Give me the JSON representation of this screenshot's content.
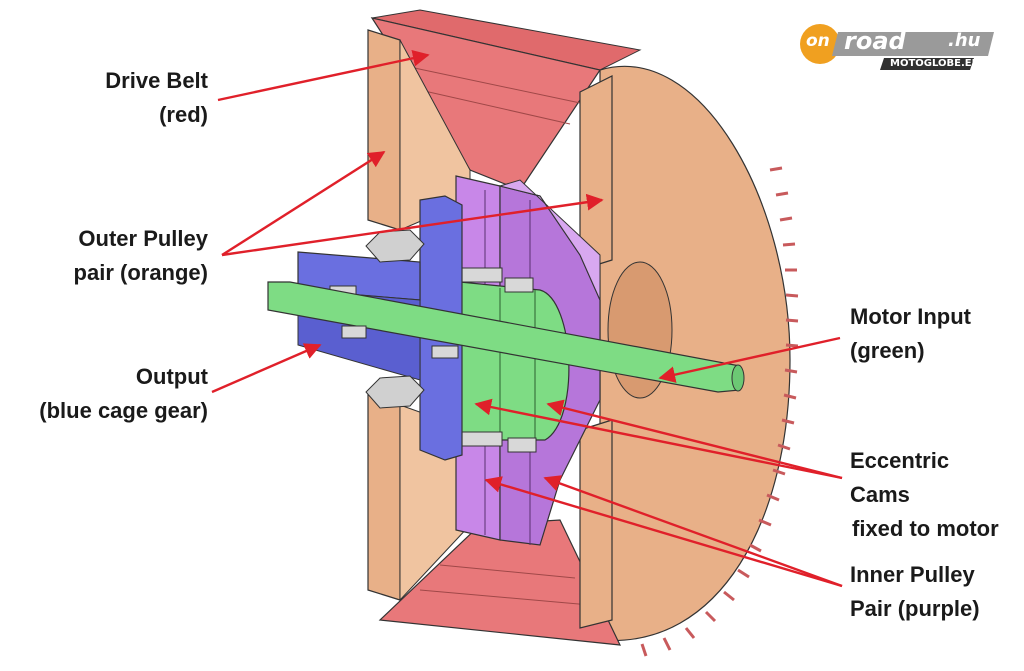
{
  "labels": {
    "drive_belt": [
      "Drive Belt",
      "(red)"
    ],
    "outer_pulley": [
      "Outer Pulley",
      "pair (orange)"
    ],
    "output": [
      "Output",
      "(blue cage gear)"
    ],
    "motor_input": [
      "Motor Input",
      "(green)"
    ],
    "eccentric_cams": [
      "Eccentric",
      "Cams",
      "fixed to motor"
    ],
    "inner_pulley": [
      "Inner Pulley",
      "Pair (purple)"
    ]
  },
  "logo": {
    "on": "on",
    "road": "road",
    "tld": ".hu",
    "sub": "MOTOGLOBE.EU"
  },
  "colors": {
    "belt": "#e8787a",
    "outer_pulley": "#e8b088",
    "inner_pulley": "#c887e8",
    "output": "#6a6fe0",
    "motor_shaft": "#7edc84",
    "arrow": "#e0202a",
    "logo_orange": "#f0a020"
  }
}
